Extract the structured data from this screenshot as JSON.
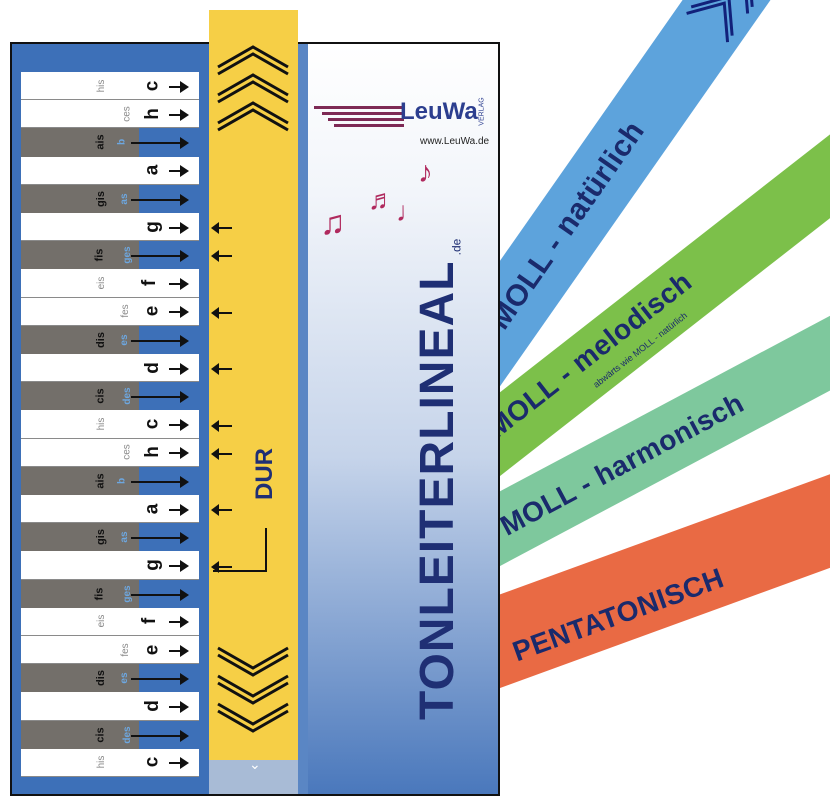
{
  "ruler": {
    "title": "TONLEITERLINEAL",
    "title_suffix": ".de",
    "publisher_logo": "LeuWa",
    "publisher_tag": "VERLAG",
    "publisher_url": "www.LeuWa.de",
    "dur_label": "DUR"
  },
  "keys": [
    {
      "type": "white",
      "name": "c",
      "hint1": "his",
      "hint2": ""
    },
    {
      "type": "white",
      "name": "h",
      "hint1": "",
      "hint2": "ces"
    },
    {
      "type": "black",
      "name": "",
      "hint1": "ais",
      "hint2": "b"
    },
    {
      "type": "white",
      "name": "a",
      "hint1": "",
      "hint2": ""
    },
    {
      "type": "black",
      "name": "",
      "hint1": "gis",
      "hint2": "as"
    },
    {
      "type": "white",
      "name": "g",
      "hint1": "",
      "hint2": ""
    },
    {
      "type": "black",
      "name": "",
      "hint1": "fis",
      "hint2": "ges"
    },
    {
      "type": "white",
      "name": "f",
      "hint1": "eis",
      "hint2": ""
    },
    {
      "type": "white",
      "name": "e",
      "hint1": "",
      "hint2": "fes"
    },
    {
      "type": "black",
      "name": "",
      "hint1": "dis",
      "hint2": "es"
    },
    {
      "type": "white",
      "name": "d",
      "hint1": "",
      "hint2": ""
    },
    {
      "type": "black",
      "name": "",
      "hint1": "cis",
      "hint2": "des"
    },
    {
      "type": "white",
      "name": "c",
      "hint1": "his",
      "hint2": ""
    },
    {
      "type": "white",
      "name": "h",
      "hint1": "",
      "hint2": "ces"
    },
    {
      "type": "black",
      "name": "",
      "hint1": "ais",
      "hint2": "b"
    },
    {
      "type": "white",
      "name": "a",
      "hint1": "",
      "hint2": ""
    },
    {
      "type": "black",
      "name": "",
      "hint1": "gis",
      "hint2": "as"
    },
    {
      "type": "white",
      "name": "g",
      "hint1": "",
      "hint2": ""
    },
    {
      "type": "black",
      "name": "",
      "hint1": "fis",
      "hint2": "ges"
    },
    {
      "type": "white",
      "name": "f",
      "hint1": "eis",
      "hint2": ""
    },
    {
      "type": "white",
      "name": "e",
      "hint1": "",
      "hint2": "fes"
    },
    {
      "type": "black",
      "name": "",
      "hint1": "dis",
      "hint2": "es"
    },
    {
      "type": "white",
      "name": "d",
      "hint1": "",
      "hint2": ""
    },
    {
      "type": "black",
      "name": "",
      "hint1": "cis",
      "hint2": "des"
    },
    {
      "type": "white",
      "name": "c",
      "hint1": "his",
      "hint2": ""
    }
  ],
  "strips": [
    {
      "label": "MOLL - natürlich",
      "sub": "",
      "color": "#5da3dc"
    },
    {
      "label": "MOLL - melodisch",
      "sub": "abwärts wie MOLL - natürlich",
      "color": "#7cc04a"
    },
    {
      "label": "MOLL - harmonisch",
      "sub": "",
      "color": "#7ec89d"
    },
    {
      "label": "PENTATONISCH",
      "sub": "",
      "color": "#e96a44"
    }
  ],
  "colors": {
    "ruler_blue": "#3d70b8",
    "dur_yellow": "#f6cf46",
    "title_navy": "#1f2f74",
    "notes": "#b02a5e"
  }
}
